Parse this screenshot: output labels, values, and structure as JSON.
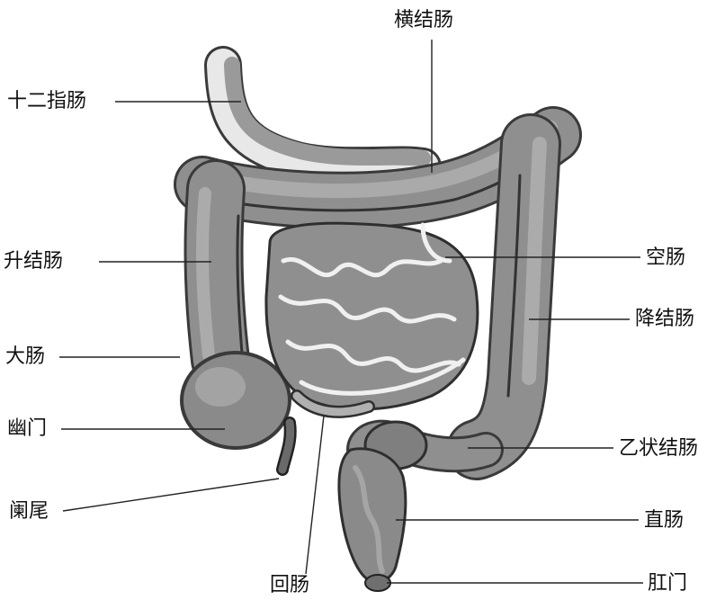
{
  "labels": {
    "duodenum": "十二指肠",
    "transverse_colon": "横结肠",
    "ascending_colon": "升结肠",
    "jejunum": "空肠",
    "descending_colon": "降结肠",
    "large_intestine": "大肠",
    "pylorus": "幽门",
    "sigmoid_colon": "乙状结肠",
    "appendix": "阑尾",
    "rectum": "直肠",
    "ileum": "回肠",
    "anus": "肛门"
  },
  "colors": {
    "organ_fill": "#8f8f8f",
    "organ_dark": "#3a3a3a",
    "organ_light": "#b5b5b5",
    "line": "#222222"
  }
}
